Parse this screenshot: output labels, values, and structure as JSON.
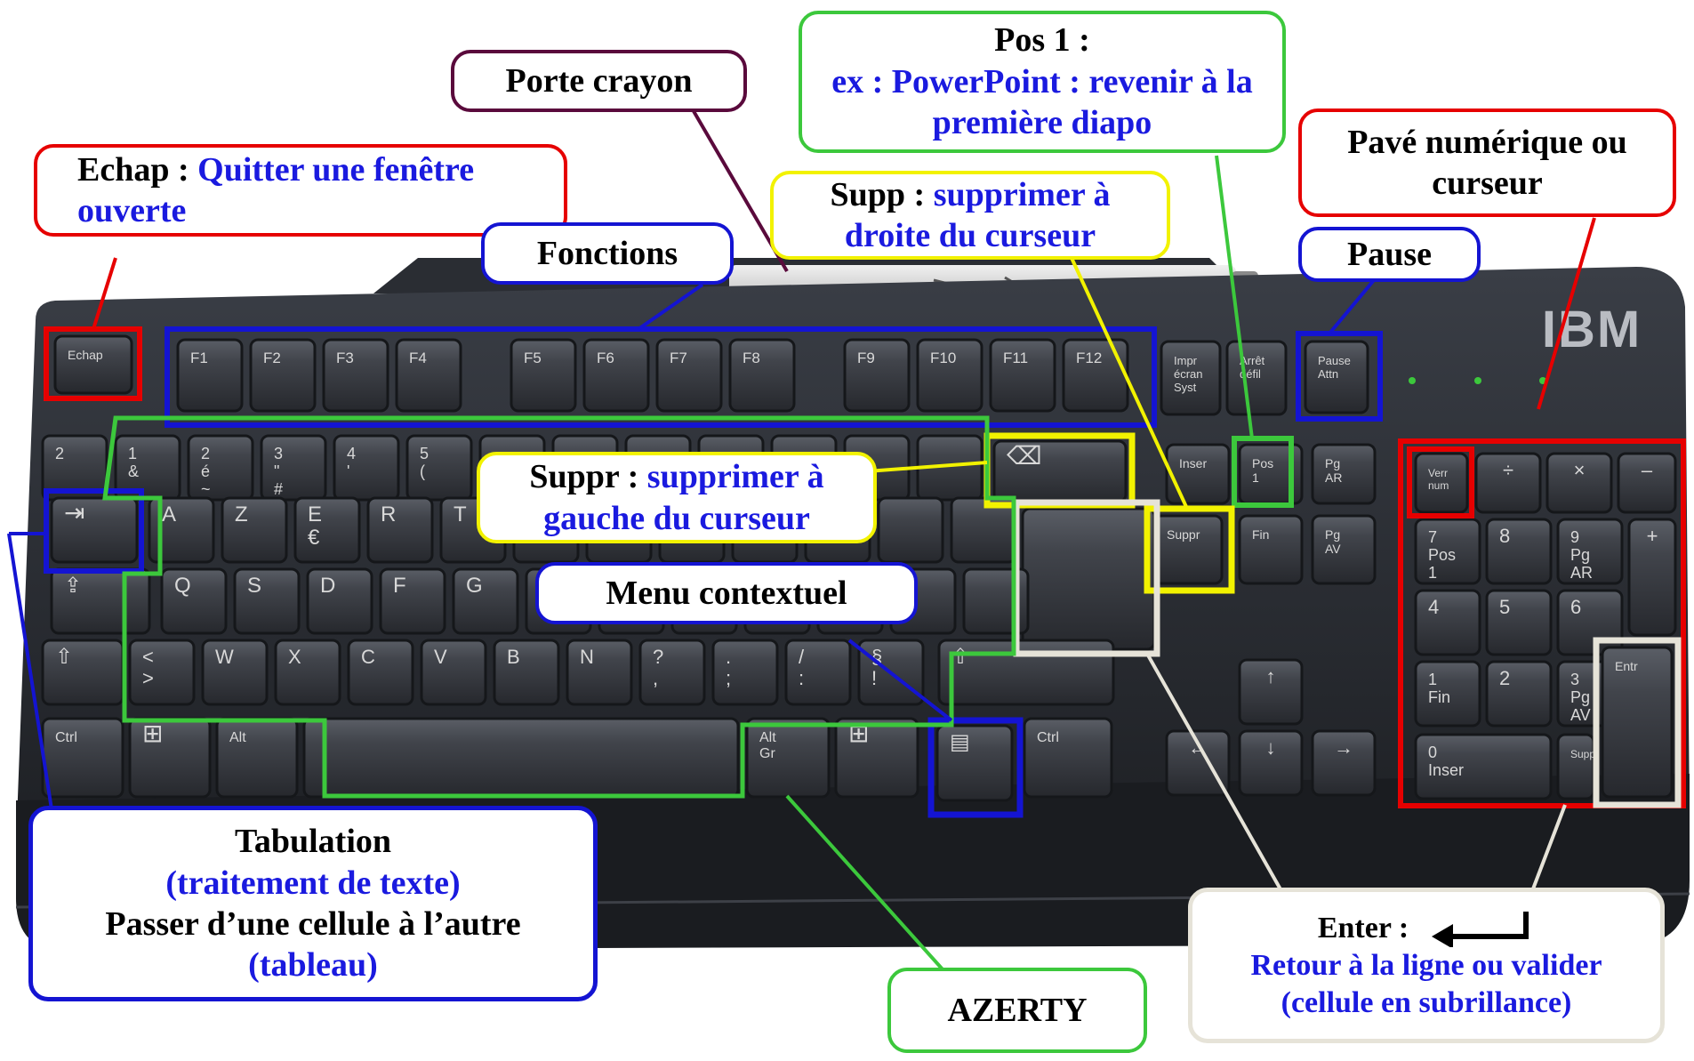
{
  "callouts": {
    "porte_crayon": {
      "title": "Porte crayon"
    },
    "pos1": {
      "title": "Pos 1 :",
      "desc": "ex : PowerPoint : revenir à la première diapo"
    },
    "pave": {
      "title": "Pavé numérique ou curseur"
    },
    "echap": {
      "title": "Echap :",
      "desc": "Quitter une fenêtre ouverte"
    },
    "fonctions": {
      "title": "Fonctions"
    },
    "supp": {
      "title": "Supp :",
      "desc": "supprimer à droite du curseur"
    },
    "pause": {
      "title": "Pause"
    },
    "suppr": {
      "title": "Suppr :",
      "desc": "supprimer à gauche du curseur"
    },
    "menu": {
      "title": "Menu contextuel"
    },
    "tab": {
      "title": "Tabulation",
      "desc1": "(traitement de texte)",
      "line2": "Passer d’une cellule à l’autre",
      "desc2": "(tableau)"
    },
    "azerty": {
      "title": "AZERTY"
    },
    "enter": {
      "title": "Enter :",
      "desc": "Retour à la ligne ou valider (cellule en subrillance)"
    }
  },
  "keyboard": {
    "brand": "IBM",
    "esc_label": "Echap",
    "fkeys": [
      "F1",
      "F2",
      "F3",
      "F4",
      "F5",
      "F6",
      "F7",
      "F8",
      "F9",
      "F10",
      "F11",
      "F12"
    ],
    "sys_keys": [
      "Impr écran Syst",
      "Arrêt défil",
      "Pause Attn"
    ],
    "number_row": [
      "2",
      "1 &",
      "2 é ~",
      "3 \" #",
      "4 '",
      "5 ("
    ],
    "row_azerty": [
      "A",
      "Z",
      "E €",
      "R",
      "T"
    ],
    "row_qsdf": [
      "Q",
      "S",
      "D",
      "F",
      "G"
    ],
    "row_wxcv": [
      "< >",
      "W",
      "X",
      "C",
      "V",
      "B",
      "N",
      "? ,",
      ". ;",
      "/ :",
      "§ !"
    ],
    "nav_keys": [
      "Inser",
      "Pos 1",
      "Pg AR",
      "Suppr",
      "Fin",
      "Pg AV"
    ],
    "bottom_keys": [
      "Ctrl",
      "Alt",
      "Alt Gr",
      "Ctrl"
    ],
    "numpad": [
      "Verr num",
      "÷",
      "×",
      "–",
      "7 Pos 1",
      "8",
      "9 Pg AR",
      "+",
      "4",
      "5",
      "6",
      "1 Fin",
      "2",
      "3 Pg AV",
      "0 Inser",
      "Supp",
      "Entr"
    ],
    "colors": {
      "body": "#2b2f36",
      "key": "#3a3d44",
      "key_top": "#4a4d55",
      "legend": "#d8d8d8"
    }
  }
}
